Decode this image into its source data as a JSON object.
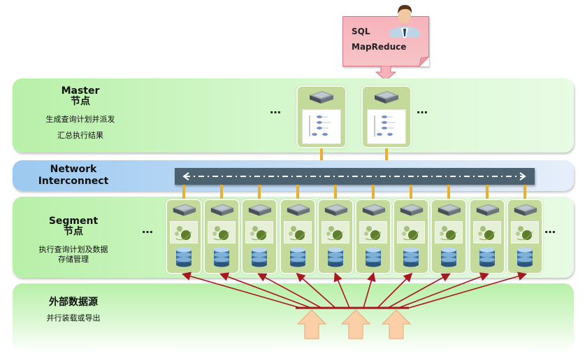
{
  "request": {
    "lines": [
      "SQL",
      "MapReduce"
    ],
    "icon": "user-icon"
  },
  "layers": {
    "master": {
      "title": "Master",
      "subtitle": "节点",
      "descriptions": [
        "生成查询计划并派发",
        "汇总执行结果"
      ],
      "ellipsis_left": "…",
      "ellipsis_right": "…",
      "node_count": 2
    },
    "network": {
      "title_line1": "Network",
      "title_line2": "Interconnect"
    },
    "segment": {
      "title": "Segment",
      "subtitle": "节点",
      "descriptions": [
        "执行查询计划及数据",
        "存储管理"
      ],
      "ellipsis_left": "…",
      "ellipsis_right": "…",
      "node_count": 10
    },
    "external": {
      "title": "外部数据源",
      "description": "并行装载或导出",
      "input_arrow_count": 3
    }
  },
  "colors": {
    "layer_green": "#b8f0a8",
    "network_blue": "#9cc9f0",
    "network_bar": "#4d6270",
    "connector": "#e6b030",
    "node_fill": "#c3da9a",
    "load_arrow": "#a8161f",
    "input_arrow": "#fbd0a8",
    "request_box": "#f7b3bb"
  }
}
